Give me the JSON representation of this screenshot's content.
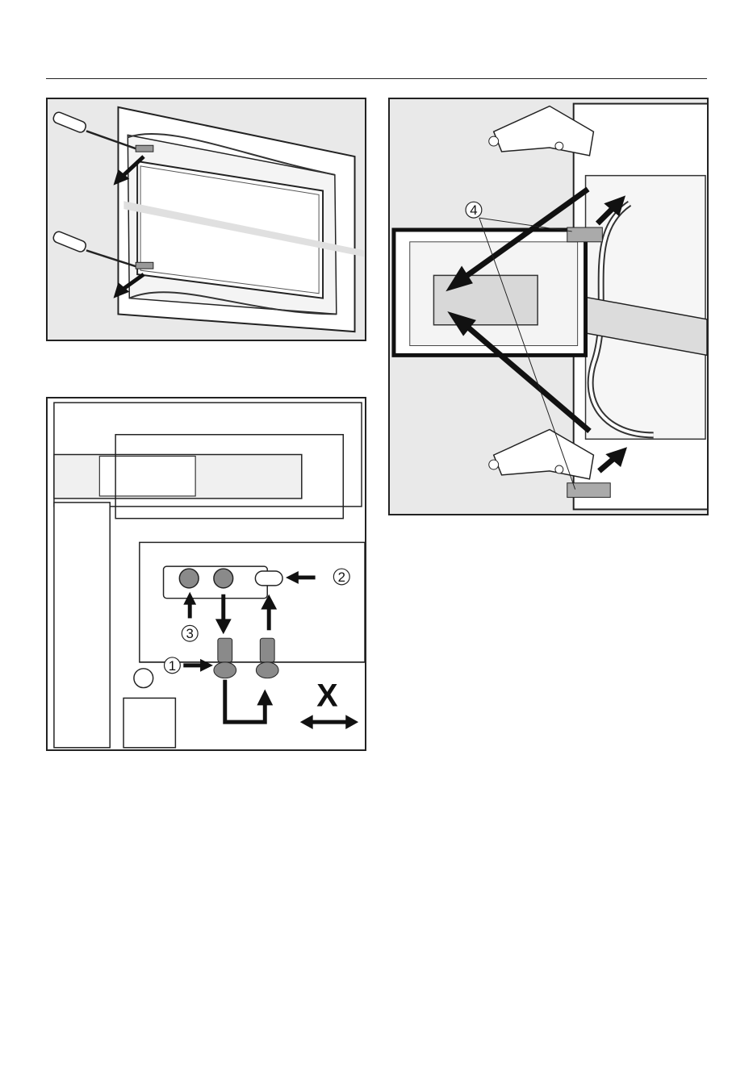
{
  "page": {
    "background": "#ffffff"
  },
  "figures": [
    {
      "id": "door-removal",
      "callouts": []
    },
    {
      "id": "hinge-clips",
      "callouts": [
        {
          "label": "4"
        }
      ]
    },
    {
      "id": "hinge-screw-adjustment",
      "callouts": [
        {
          "label": "1"
        },
        {
          "label": "2"
        },
        {
          "label": "3"
        }
      ],
      "direction_label": "X"
    }
  ],
  "colors": {
    "frame": "#222222",
    "panel_gray": "#e9e9e9",
    "arrow": "#111111",
    "screw": "#8a8a8a"
  }
}
